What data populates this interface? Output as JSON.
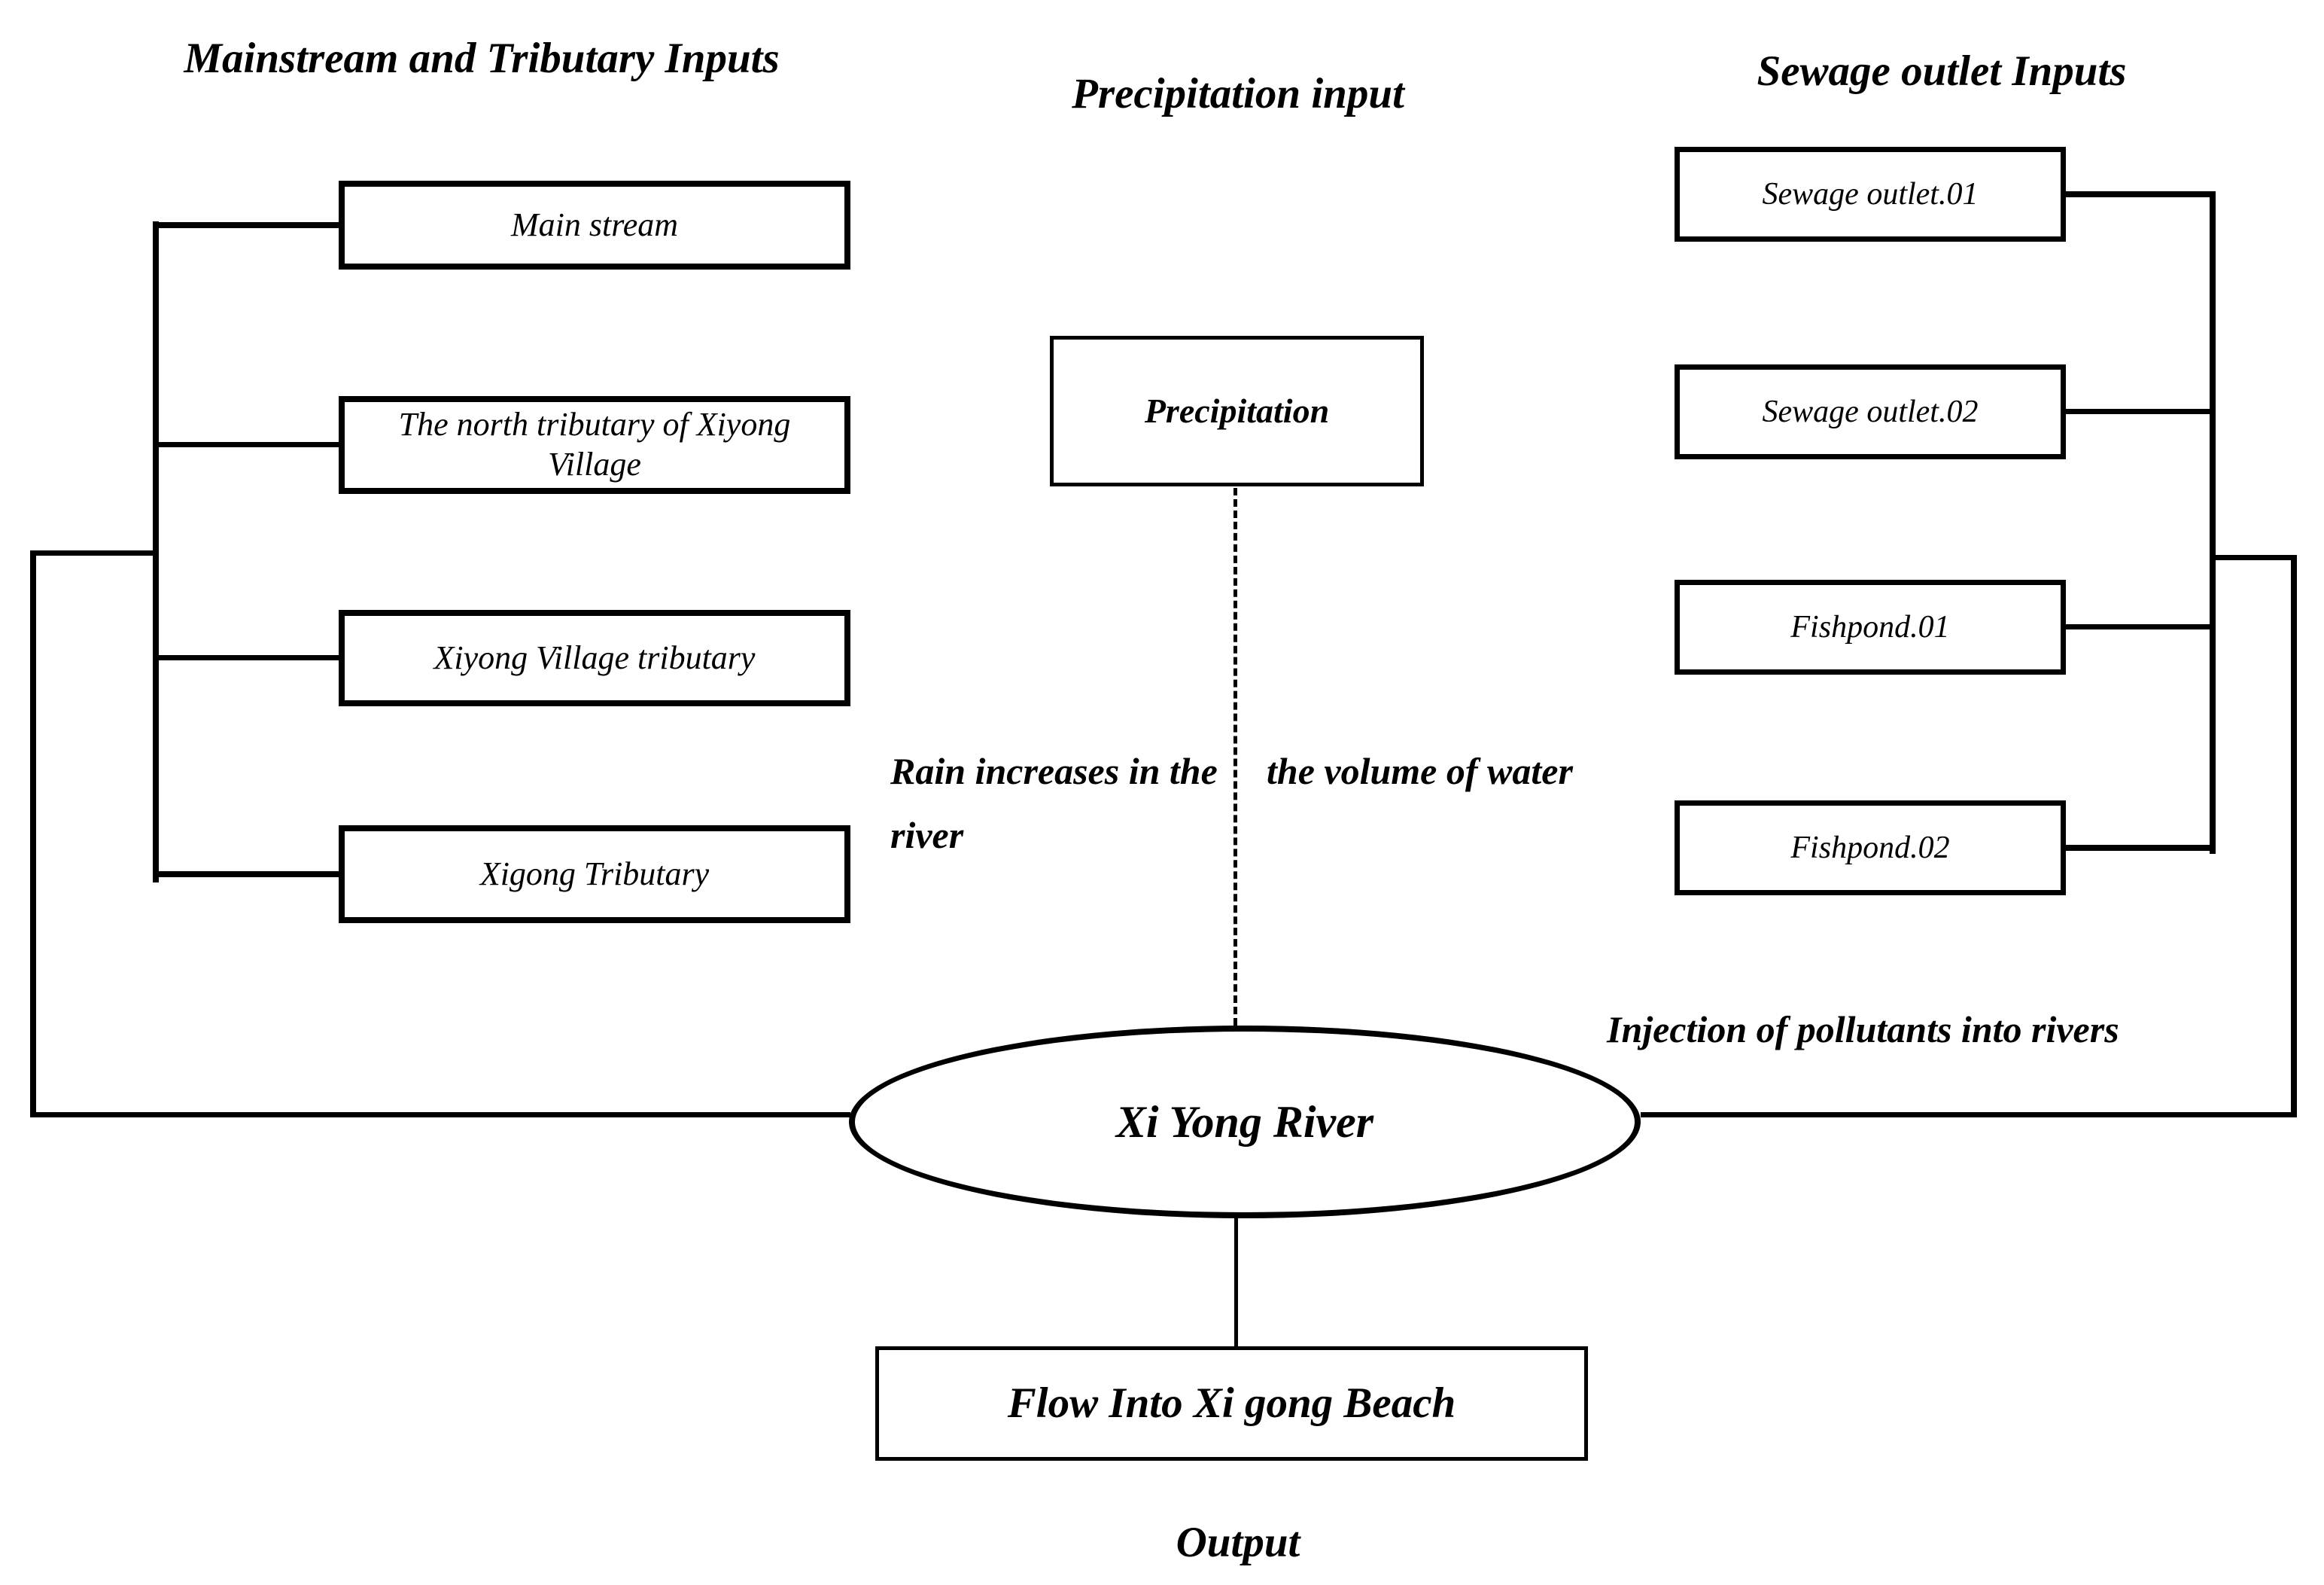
{
  "diagram": {
    "left_section": {
      "title": "Mainstream and Tributary Inputs",
      "boxes": [
        "Main stream",
        "The north tributary of Xiyong Village",
        "Xiyong Village tributary",
        "Xigong Tributary"
      ]
    },
    "center_section": {
      "title": "Precipitation input",
      "box": "Precipitation",
      "annotation_left": "Rain increases in the river",
      "annotation_right": "the volume of water"
    },
    "right_section": {
      "title": "Sewage outlet Inputs",
      "boxes": [
        "Sewage outlet.01",
        "Sewage outlet.02",
        "Fishpond.01",
        "Fishpond.02"
      ],
      "annotation": "Injection of pollutants into rivers"
    },
    "river": "Xi Yong River",
    "output_section": {
      "box": "Flow Into Xi gong Beach",
      "label": "Output"
    },
    "colors": {
      "ink": "#000000",
      "background": "#ffffff"
    }
  }
}
